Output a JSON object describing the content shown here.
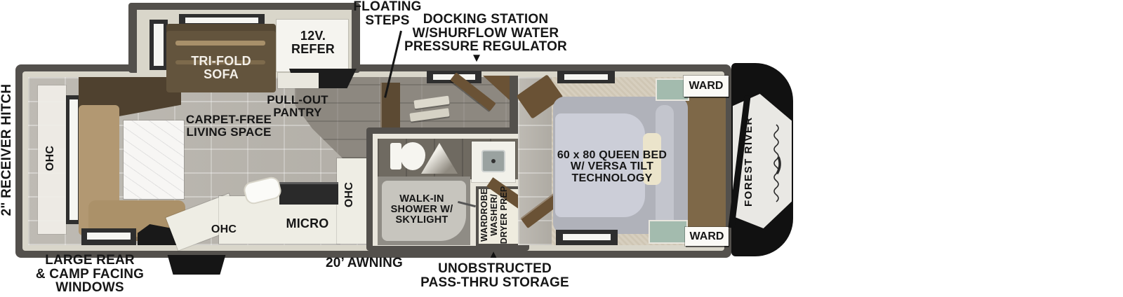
{
  "plan_title": "Travel trailer floor plan",
  "brand": {
    "name": "FOREST RIVER"
  },
  "callouts": {
    "hitch": "2\" RECEIVER HITCH",
    "floating_steps": "FLOATING\nSTEPS",
    "docking": "DOCKING STATION\nW/SHURFLOW WATER\nPRESSURE REGULATOR",
    "docking_arrow": "▼",
    "rear_windows": "LARGE REAR\n& CAMP FACING\nWINDOWS",
    "awning": "20’ AWNING",
    "pass_thru": "UNOBSTRUCTED\nPASS-THRU STORAGE",
    "pass_thru_arrow": "▲"
  },
  "living": {
    "ohc_rear": "OHC",
    "carpet_free": "CARPET-FREE\nLIVING SPACE",
    "tri_fold_sofa": "TRI-FOLD\nSOFA",
    "refer": "12V.\nREFER",
    "pantry": "PULL-OUT\nPANTRY"
  },
  "kitchen": {
    "ohc_lower": "OHC",
    "micro": "MICRO",
    "ohc_side": "OHC"
  },
  "bath": {
    "shower": "WALK-IN\nSHOWER W/\nSKYLIGHT",
    "wardrobe": "WARDROBE\nWASHER/\nDRYER PREP"
  },
  "bedroom": {
    "bed": "60 x 80 QUEEN BED\nW/ VERSA TILT\nTECHNOLOGY",
    "ward_top": "WARD",
    "ward_bottom": "WARD"
  },
  "colors": {
    "wall": "#53504c",
    "lining": "#d9d6ca",
    "wood": "#6a5235",
    "tile": "#b7b3ab",
    "carpet": "#d3cab8",
    "mattress": "#b0b2ba",
    "cap_black": "#111111",
    "glass_green": "#a3bbae",
    "text": "#161616"
  }
}
